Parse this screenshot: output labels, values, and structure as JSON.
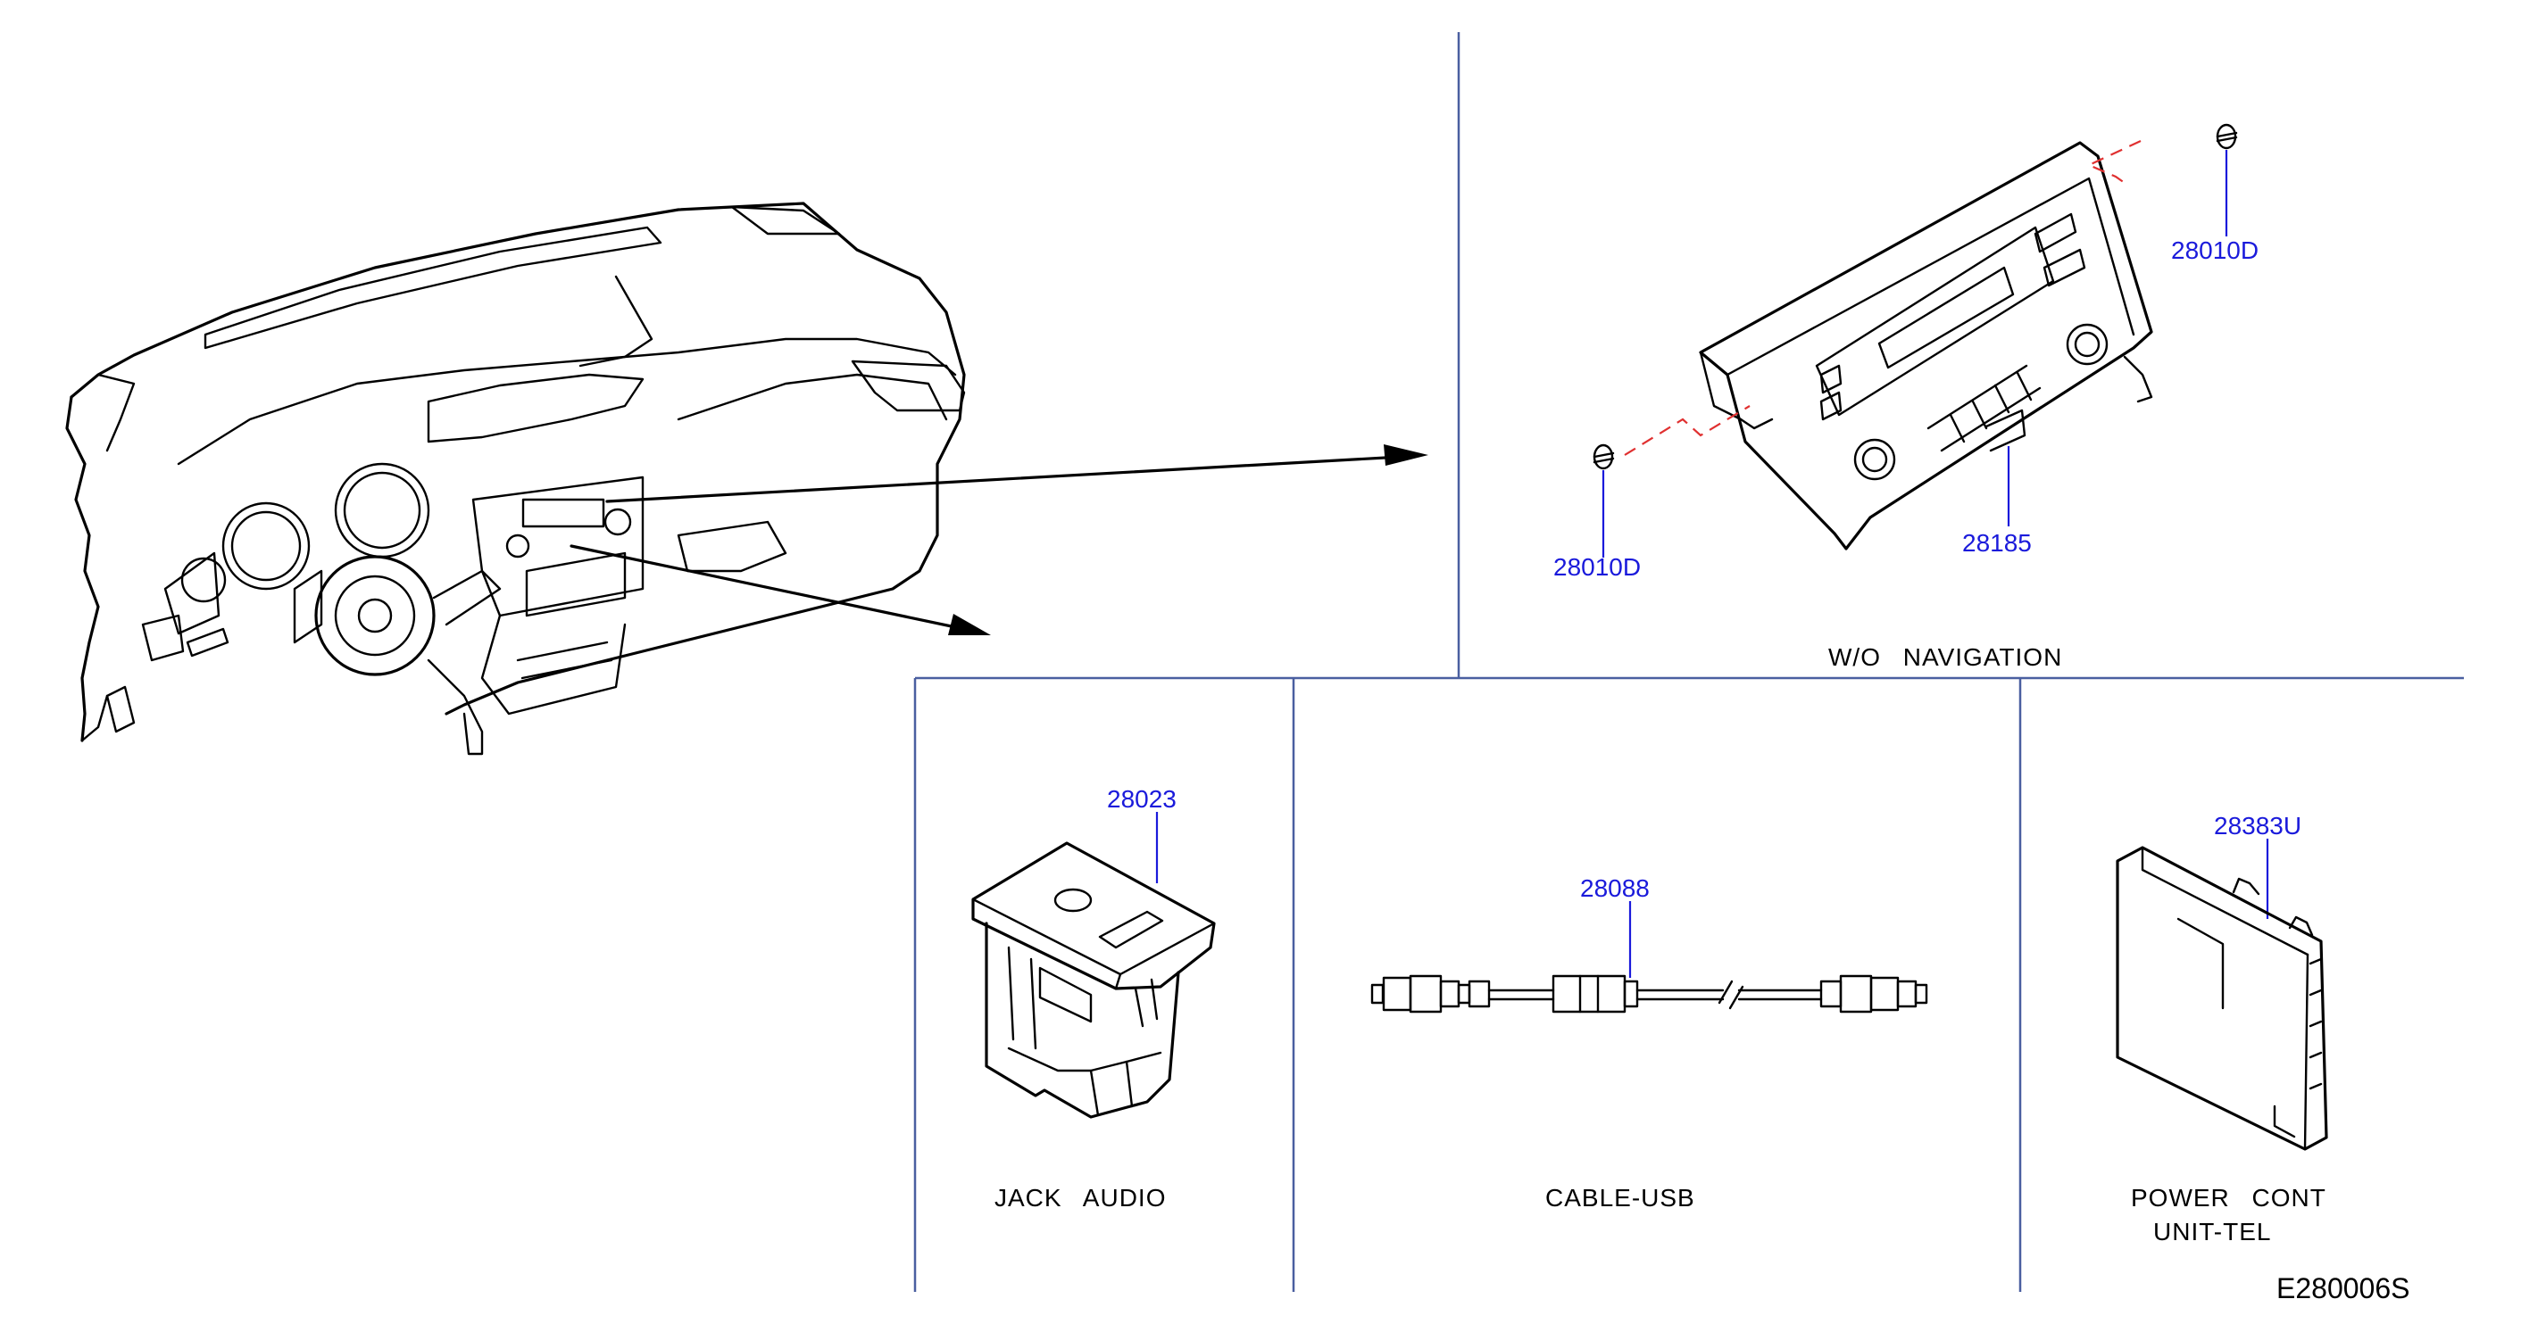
{
  "parts": {
    "screw_right": "28010D",
    "screw_left": "28010D",
    "audio_unit": "28185",
    "jack_audio": "28023",
    "cable_usb": "28088",
    "power_cont_unit": "28383U"
  },
  "captions": {
    "audio_section": "W/O NAVIGATION",
    "jack_audio": "JACK AUDIO",
    "cable_usb": "CABLE-USB",
    "power_cont_line1": "POWER CONT",
    "power_cont_line2": "UNIT-TEL"
  },
  "diagram_code": "E280006S",
  "colors": {
    "part_number": "#1a1adb",
    "divider": "#4a5fa0",
    "phantom_line": "#e03030",
    "line_art": "#000000"
  }
}
